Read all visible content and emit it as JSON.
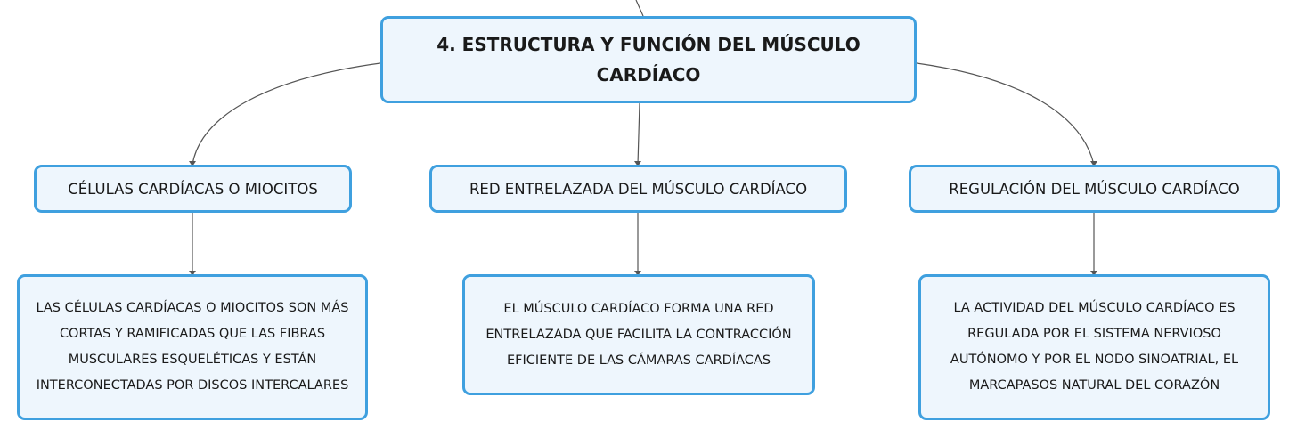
{
  "colors": {
    "node_border": "#3fa0df",
    "node_fill": "#eef6fd",
    "connector": "#555555"
  },
  "root": {
    "title": "4. ESTRUCTURA Y FUNCIÓN DEL MÚSCULO CARDÍACO"
  },
  "branches": [
    {
      "label": "CÉLULAS CARDÍACAS O MIOCITOS",
      "detail": "LAS CÉLULAS CARDÍACAS O MIOCITOS SON MÁS CORTAS Y RAMIFICADAS QUE LAS FIBRAS MUSCULARES ESQUELÉTICAS Y ESTÁN INTERCONECTADAS POR DISCOS INTERCALARES"
    },
    {
      "label": "RED ENTRELAZADA DEL MÚSCULO CARDÍACO",
      "detail": "EL MÚSCULO CARDÍACO FORMA UNA RED ENTRELAZADA QUE FACILITA LA CONTRACCIÓN EFICIENTE DE LAS CÁMARAS CARDÍACAS"
    },
    {
      "label": "REGULACIÓN DEL MÚSCULO CARDÍACO",
      "detail": "LA ACTIVIDAD DEL MÚSCULO CARDÍACO ES REGULADA POR EL SISTEMA NERVIOSO AUTÓNOMO Y POR EL NODO SINOATRIAL, EL MARCAPASOS NATURAL DEL CORAZÓN"
    }
  ]
}
